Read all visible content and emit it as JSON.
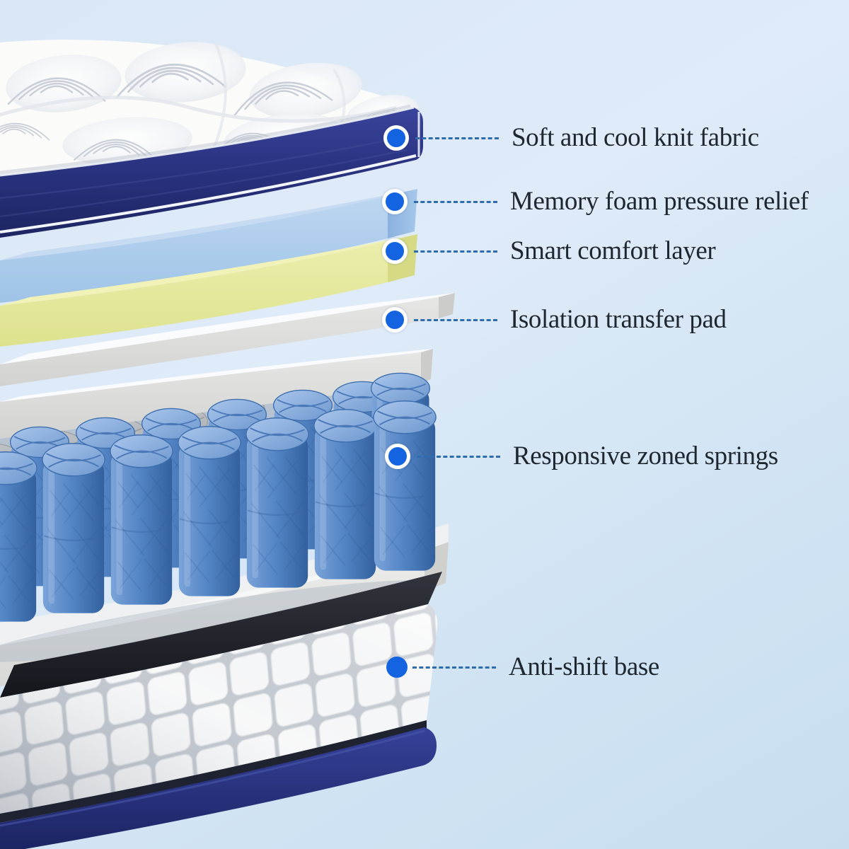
{
  "figure": {
    "callouts": [
      {
        "id": "knit-fabric",
        "label": "Soft and cool knit fabric"
      },
      {
        "id": "memory-foam",
        "label": "Memory foam pressure relief"
      },
      {
        "id": "comfort-layer",
        "label": "Smart comfort layer"
      },
      {
        "id": "isolation-pad",
        "label": "Isolation transfer pad"
      },
      {
        "id": "zoned-springs",
        "label": "Responsive zoned springs"
      },
      {
        "id": "anti-shift-base",
        "label": "Anti-shift base"
      }
    ],
    "style": {
      "background_top": "#dae7f5",
      "background_bottom": "#c7def1",
      "dot_color": "#1463e0",
      "dash_line_color": "#2e6cb0",
      "label_color": "#1e2730",
      "layer_colors": {
        "knit_fabric_top": "#fbfbfa",
        "mattress_side_navy": "#2b3480",
        "memory_foam_blue": "#aecdec",
        "comfort_layer_yellow": "#e7eaa2",
        "isolation_pad_white": "#dededc",
        "spring_blue": "#4d82c4",
        "spring_back_white": "#d8d8d6",
        "base_top_black": "#1c1e24",
        "base_quilt_white": "#f4f5f6",
        "base_bottom_navy": "#2e3a8c"
      }
    }
  }
}
